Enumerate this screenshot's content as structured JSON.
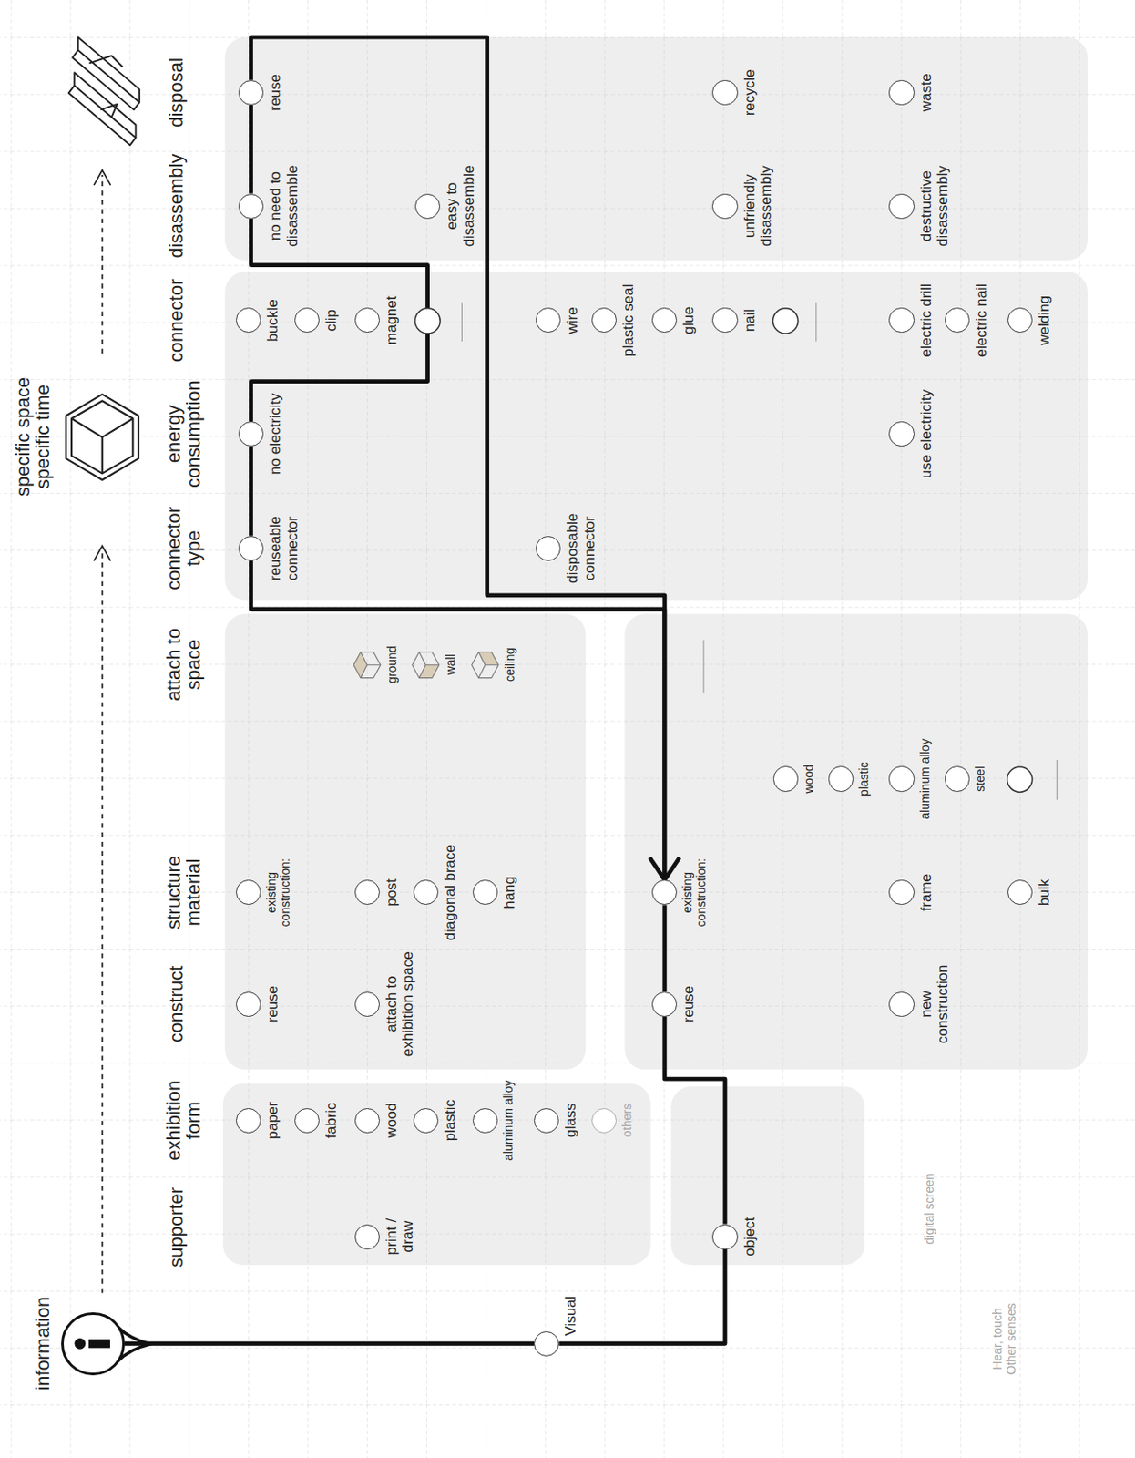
{
  "diagram": {
    "nodes": [
      {
        "text": [
          "information"
        ]
      },
      {
        "text": [
          "Visual"
        ]
      },
      {
        "text": [
          "print / draw"
        ]
      },
      {
        "text": [
          "object"
        ]
      },
      {
        "text": [
          "paper"
        ]
      },
      {
        "text": [
          "fabric"
        ]
      },
      {
        "text": [
          "wood"
        ]
      },
      {
        "text": [
          "plastic"
        ]
      },
      {
        "text": [
          "aluminum alloy"
        ]
      },
      {
        "text": [
          "glass"
        ]
      },
      {
        "text": [
          "others"
        ]
      },
      {
        "text": [
          "reuse"
        ]
      },
      {
        "text": [
          "attach to exhibition space"
        ]
      },
      {
        "text": [
          "reuse"
        ]
      },
      {
        "text": [
          "new construction"
        ]
      },
      {
        "text": [
          "existing construction:"
        ]
      },
      {
        "text": [
          "post"
        ]
      },
      {
        "text": [
          "diagonal brace"
        ]
      },
      {
        "text": [
          "hang"
        ]
      },
      {
        "text": [
          "existing construction:"
        ]
      },
      {
        "text": [
          "frame"
        ]
      },
      {
        "text": [
          "bulk"
        ]
      },
      {
        "text": [
          "wood"
        ]
      },
      {
        "text": [
          "plastic"
        ]
      },
      {
        "text": [
          "aluminum alloy"
        ]
      },
      {
        "text": [
          "steel"
        ]
      },
      {
        "text": [
          "ground"
        ]
      },
      {
        "text": [
          "wall"
        ]
      },
      {
        "text": [
          "ceiling"
        ]
      },
      {
        "text": [
          "reuseable connector"
        ]
      },
      {
        "text": [
          "disposable connector"
        ]
      },
      {
        "text": [
          "no electricity"
        ]
      },
      {
        "text": [
          "use electricity"
        ]
      },
      {
        "text": [
          "buckle"
        ]
      },
      {
        "text": [
          "clip"
        ]
      },
      {
        "text": [
          "magnet"
        ]
      },
      {
        "text": [
          "wire"
        ]
      },
      {
        "text": [
          "plastic seal"
        ]
      },
      {
        "text": [
          "glue"
        ]
      },
      {
        "text": [
          "nail"
        ]
      },
      {
        "text": [
          "electric drill"
        ]
      },
      {
        "text": [
          "electric nail"
        ]
      },
      {
        "text": [
          "welding"
        ]
      },
      {
        "text": [
          "no need to disassemble"
        ]
      },
      {
        "text": [
          "easy to disassemble"
        ]
      },
      {
        "text": [
          "unfriendly disassembly"
        ]
      },
      {
        "text": [
          "destructive disassembly"
        ]
      },
      {
        "text": [
          "reuse"
        ]
      },
      {
        "text": [
          "recycle"
        ]
      },
      {
        "text": [
          "waste"
        ]
      }
    ],
    "edges": [
      {
        "from": 0,
        "to": 1,
        "arrow": "none"
      },
      {
        "from": 1,
        "to": 3,
        "arrow": "none"
      },
      {
        "from": 3,
        "to": 13,
        "arrow": "none"
      },
      {
        "from": 13,
        "to": 19,
        "arrow": "none"
      },
      {
        "from": 19,
        "to": 29,
        "arrow": "none"
      },
      {
        "from": 29,
        "to": 31,
        "arrow": "none"
      },
      {
        "from": 31,
        "to": 43,
        "arrow": "none"
      },
      {
        "from": 43,
        "to": 47,
        "arrow": "none"
      },
      {
        "from": 47,
        "to": 19,
        "arrow": "to"
      }
    ],
    "labels": [
      "specific space specific time",
      "supporter",
      "exhibition form",
      "construct",
      "structure material",
      "attach to space",
      "connector type",
      "energy consumption",
      "connector",
      "disassembly",
      "disposal",
      "digital screen",
      "Hear, touch Other senses"
    ]
  }
}
